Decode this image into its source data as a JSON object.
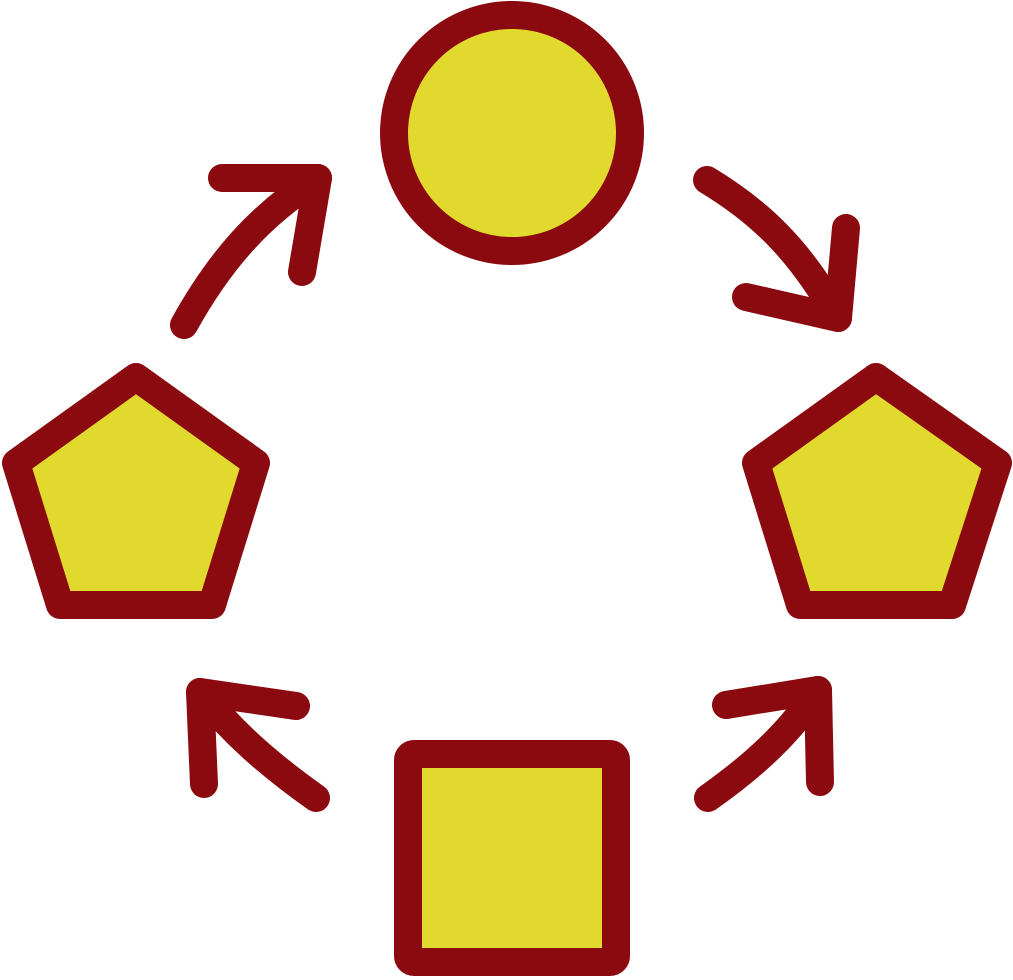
{
  "diagram": {
    "kind": "cycle",
    "colors": {
      "stroke": "#8B0A0F",
      "fill": "#E2D92E",
      "background": "#FFFFFF"
    },
    "nodes": [
      {
        "id": "circle",
        "shape": "circle"
      },
      {
        "id": "pentagon-right",
        "shape": "pentagon"
      },
      {
        "id": "square",
        "shape": "square"
      },
      {
        "id": "pentagon-left",
        "shape": "pentagon"
      }
    ],
    "edges": [
      {
        "from": "pentagon-left",
        "to": "circle"
      },
      {
        "from": "circle",
        "to": "pentagon-right"
      },
      {
        "from": "square",
        "to": "pentagon-right"
      },
      {
        "from": "square",
        "to": "pentagon-left"
      }
    ]
  }
}
